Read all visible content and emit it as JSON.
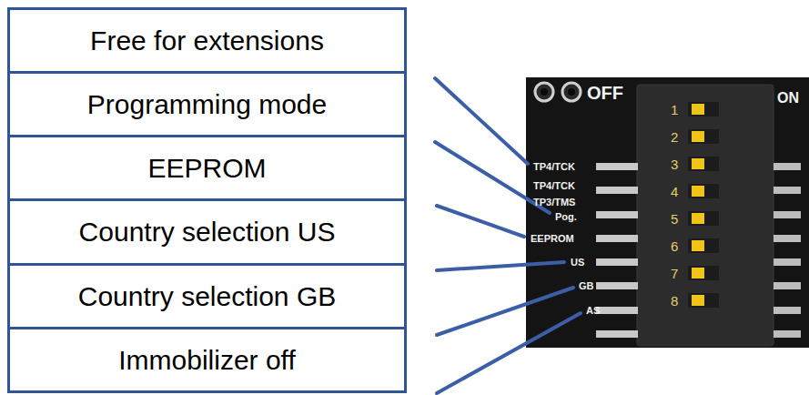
{
  "diagram": {
    "nodes": [
      {
        "text": [
          "Free for extensions"
        ]
      },
      {
        "text": [
          "Programming mode"
        ]
      },
      {
        "text": [
          "EEPROM"
        ]
      },
      {
        "text": [
          "Country selection US"
        ]
      },
      {
        "text": [
          "Country selection GB"
        ]
      },
      {
        "text": [
          "Immobilizer off"
        ]
      }
    ],
    "labels": [
      "OFF",
      "ON",
      "TP4/TCK",
      "TP4/TCK",
      "TP3/TMS",
      "Pog.",
      "EEPROM",
      "US",
      "GB",
      "AS",
      "1",
      "2",
      "3",
      "4",
      "5",
      "6",
      "7",
      "8"
    ]
  }
}
